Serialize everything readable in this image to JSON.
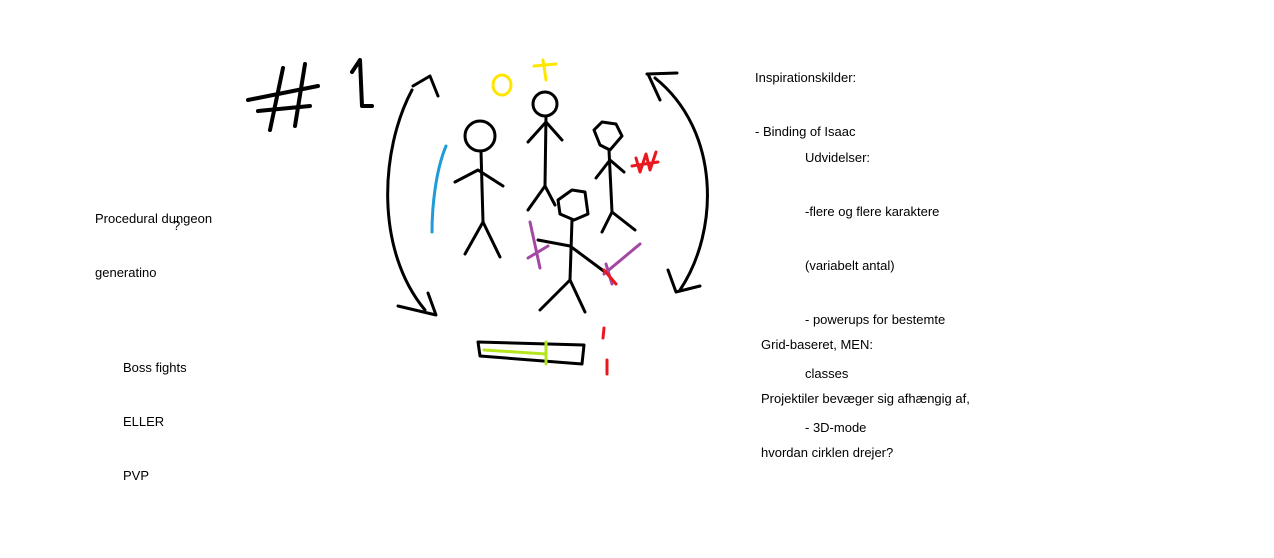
{
  "colors": {
    "ink": "#000000",
    "blue": "#1f9bd7",
    "yellow": "#ffe600",
    "red": "#e8181e",
    "purple": "#a349a4",
    "lime": "#b5e61d"
  },
  "notes": {
    "procedural": {
      "lines": [
        "Procedural dungeon",
        "generatino"
      ],
      "question": "?"
    },
    "boss": {
      "lines": [
        "Boss fights",
        "ELLER",
        "PVP"
      ]
    },
    "inspiration": {
      "lines": [
        "Inspirationskilder:",
        "- Binding of Isaac"
      ]
    },
    "expansions": {
      "lines": [
        "Udvidelser:",
        "-flere og flere karaktere",
        "(variabelt antal)",
        "- powerups for bestemte",
        "classes",
        "- 3D-mode"
      ]
    },
    "grid": {
      "lines": [
        "Grid-baseret, MEN:",
        "Projektiler bevæger sig afhængig af,",
        "hvordan cirklen drejer?"
      ]
    }
  },
  "drawing": {
    "heading": "# 1"
  }
}
